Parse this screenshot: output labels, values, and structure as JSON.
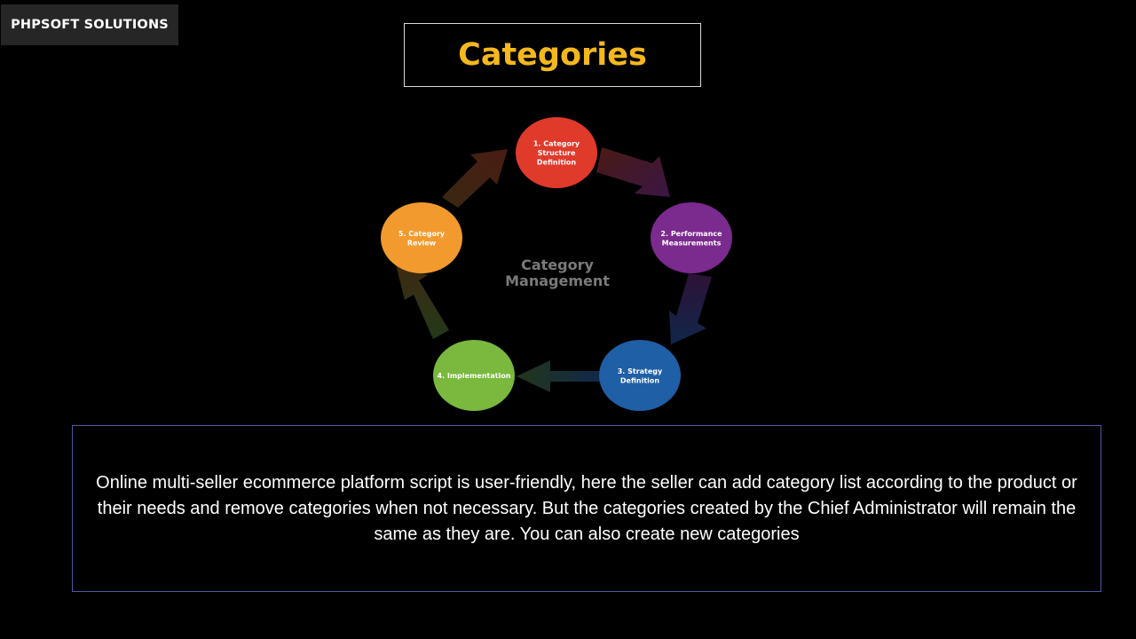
{
  "brand": {
    "label": "PHPSOFT SOLUTIONS"
  },
  "title": {
    "text": "Categories",
    "color": "#f5b81c"
  },
  "diagram": {
    "center_lines": [
      "Category",
      "Management"
    ],
    "steps": [
      {
        "lines": [
          "1. Category",
          "Structure",
          "Definition"
        ],
        "color": "#e03a2b"
      },
      {
        "lines": [
          "2. Performance",
          "Measurements"
        ],
        "color": "#7b2a8e"
      },
      {
        "lines": [
          "3. Strategy",
          "Definition"
        ],
        "color": "#1f5fa6"
      },
      {
        "lines": [
          "4. Implementation"
        ],
        "color": "#7ab83e"
      },
      {
        "lines": [
          "5. Category",
          "Review"
        ],
        "color": "#f39a2e"
      }
    ]
  },
  "description": {
    "text": "Online multi-seller ecommerce platform script is user-friendly, here the seller can add category list according to the product or their needs and remove categories when not necessary. But the categories created by the Chief Administrator will remain the same as they are. You can also create new categories"
  }
}
